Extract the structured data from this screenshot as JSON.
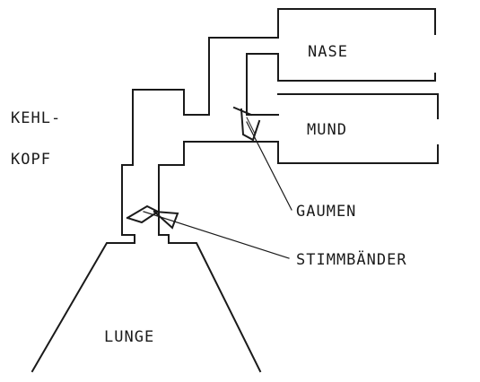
{
  "labels": {
    "nase": "NASE",
    "mund": "MUND",
    "kehlkopf_line1": "KEHL-",
    "kehlkopf_line2": "KOPF",
    "gaumen": "GAUMEN",
    "stimmbaender": "STIMMBÄNDER",
    "lunge": "LUNGE"
  },
  "colors": {
    "ink": "#1a1a1a",
    "background": "#ffffff"
  }
}
